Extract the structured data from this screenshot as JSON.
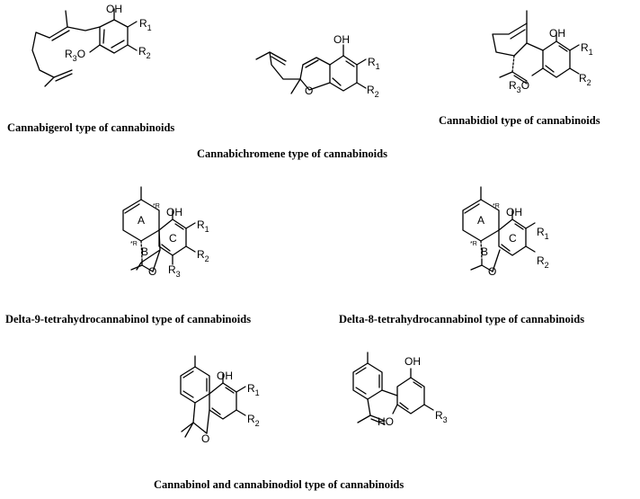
{
  "structures": [
    {
      "caption": "Cannabigerol type of cannabinoids",
      "hydroxyl": "OH",
      "r1": "R",
      "r1_sub": "1",
      "r2": "R",
      "r2_sub": "2",
      "ether": "R",
      "ether_sub": "3",
      "ether_o": "O"
    },
    {
      "caption": "Cannabichromene type of cannabinoids",
      "hydroxyl": "OH",
      "r1": "R",
      "r1_sub": "1",
      "r2": "R",
      "r2_sub": "2",
      "ring_o": "O"
    },
    {
      "caption": "Cannabidiol type of cannabinoids",
      "hydroxyl": "OH",
      "r1": "R",
      "r1_sub": "1",
      "r2": "R",
      "r2_sub": "2",
      "ether": "R",
      "ether_sub": "3",
      "ether_o": "O"
    },
    {
      "caption": "Delta-9-tetrahydrocannabinol type of cannabinoids",
      "hydroxyl": "OH",
      "r1": "R",
      "r1_sub": "1",
      "r2": "R",
      "r2_sub": "2",
      "r3": "R",
      "r3_sub": "3",
      "ring_o": "O",
      "ring_a": "A",
      "ring_b": "B",
      "ring_c": "C",
      "stereo_label": "*R"
    },
    {
      "caption": "Delta-8-tetrahydrocannabinol type of cannabinoids",
      "hydroxyl": "OH",
      "r1": "R",
      "r1_sub": "1",
      "r2": "R",
      "r2_sub": "2",
      "ring_o": "O",
      "ring_a": "A",
      "ring_b": "B",
      "ring_c": "C",
      "stereo_label": "*R"
    },
    {
      "hydroxyl": "OH",
      "r1": "R",
      "r1_sub": "1",
      "r2": "R",
      "r2_sub": "2",
      "ring_o": "O"
    },
    {
      "hydroxyl": "OH",
      "hydroxyl_2": "HO",
      "r3": "R",
      "r3_sub": "3"
    }
  ],
  "shared_caption": "Cannabinol and cannabinodiol  type of cannabinoids"
}
